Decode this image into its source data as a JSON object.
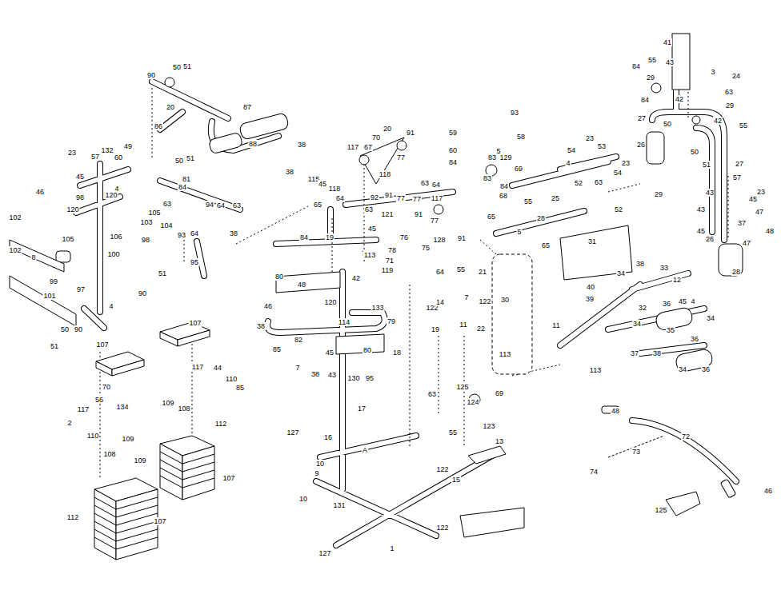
{
  "diagram": {
    "labels": [
      "90",
      "50",
      "51",
      "20",
      "87",
      "86",
      "88",
      "38",
      "38",
      "49",
      "23",
      "57",
      "132",
      "60",
      "45",
      "46",
      "98",
      "120",
      "4",
      "102",
      "120",
      "105",
      "102",
      "8",
      "99",
      "101",
      "97",
      "100",
      "106",
      "103",
      "104",
      "105",
      "63",
      "50",
      "51",
      "84",
      "81",
      "94",
      "64",
      "63",
      "64",
      "38",
      "93",
      "95",
      "98",
      "51",
      "90",
      "4",
      "90",
      "50",
      "51",
      "A",
      "117",
      "67",
      "70",
      "20",
      "91",
      "77",
      "118",
      "115",
      "45",
      "118",
      "64",
      "65",
      "19",
      "92",
      "91",
      "77",
      "77",
      "117",
      "91",
      "121",
      "63",
      "45",
      "71",
      "71",
      "76",
      "78",
      "75",
      "113",
      "119",
      "77",
      "128",
      "91",
      "59",
      "60",
      "93",
      "58",
      "5",
      "84",
      "63",
      "64",
      "83",
      "129",
      "69",
      "83",
      "84",
      "68",
      "25",
      "55",
      "28",
      "5",
      "65",
      "65",
      "53",
      "23",
      "54",
      "4",
      "52",
      "63",
      "41",
      "55",
      "84",
      "43",
      "3",
      "24",
      "63",
      "29",
      "84",
      "42",
      "29",
      "27",
      "50",
      "26",
      "42",
      "55",
      "27",
      "50",
      "51",
      "29",
      "57",
      "23",
      "43",
      "45",
      "43",
      "45",
      "47",
      "37",
      "48",
      "26",
      "47",
      "28",
      "52",
      "23",
      "54",
      "84",
      "80",
      "48",
      "46",
      "120",
      "42",
      "133",
      "79",
      "38",
      "114",
      "82",
      "85",
      "7",
      "80",
      "38",
      "43",
      "130",
      "95",
      "85",
      "44",
      "117",
      "110",
      "107",
      "64",
      "55",
      "21",
      "7",
      "122",
      "122",
      "14",
      "11",
      "22",
      "19",
      "113",
      "18",
      "30",
      "31",
      "33",
      "12",
      "38",
      "40",
      "39",
      "32",
      "36",
      "34",
      "34",
      "35",
      "36",
      "37",
      "38",
      "34",
      "36",
      "11",
      "113",
      "63",
      "125",
      "69",
      "124",
      "123",
      "55",
      "17",
      "127",
      "16",
      "A",
      "13",
      "15",
      "10",
      "9",
      "10",
      "131",
      "122",
      "122",
      "127",
      "1",
      "107",
      "70",
      "117",
      "56",
      "134",
      "2",
      "110",
      "109",
      "108",
      "109",
      "108",
      "109",
      "112",
      "107",
      "112",
      "107",
      "48",
      "72",
      "73",
      "74",
      "125",
      "46",
      "34",
      "45",
      "4",
      "45"
    ]
  }
}
